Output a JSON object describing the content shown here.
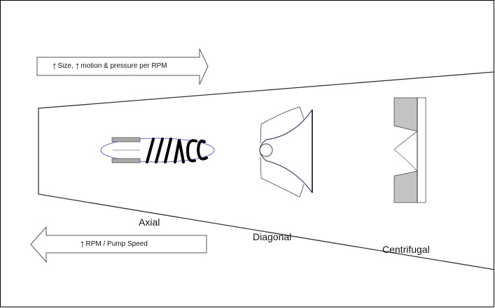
{
  "arrows": {
    "top": {
      "up_glyph": "🠕",
      "text1": "Size,",
      "text2": "motion & pressure per RPM",
      "direction": "right"
    },
    "bottom": {
      "up_glyph": "🠕",
      "text": "RPM / Pump Speed",
      "direction": "left"
    }
  },
  "labels": {
    "axial": "Axial",
    "diagonal": "Diagonal",
    "centrifugal": "Centrifugal"
  },
  "colors": {
    "outline": "#000000",
    "gray_fill": "#c4c4c4",
    "axial_ellipse": "#6a6acd",
    "diagonal_curve": "#3a4a6a"
  }
}
